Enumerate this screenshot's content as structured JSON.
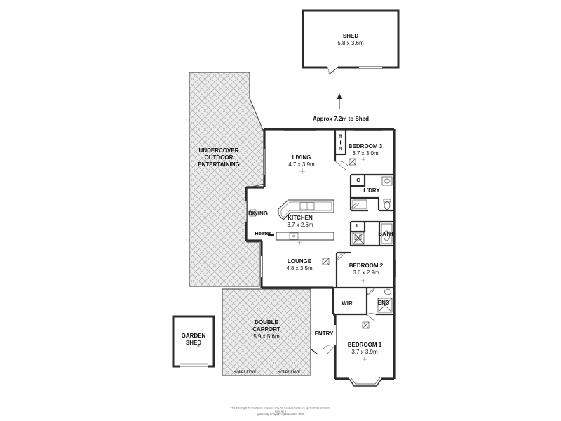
{
  "shed": {
    "name": "SHED",
    "dims": "5.8 x 3.6m"
  },
  "shed_distance": "Approx 7.2m to Shed",
  "rooms": {
    "undercover": {
      "line1": "UNDERCOVER",
      "line2": "OUTDOOR",
      "line3": "ENTERTAINING"
    },
    "living": {
      "name": "LIVING",
      "dims": "4.7 x 3.9m"
    },
    "bedroom3": {
      "name": "BEDROOM 3",
      "dims": "3.7 x 3.0m"
    },
    "bir": {
      "b": "B",
      "i": "I",
      "r": "R"
    },
    "laundry": {
      "name": "L'DRY"
    },
    "cupboard": {
      "name": "C"
    },
    "dining": {
      "name": "DINING"
    },
    "kitchen": {
      "name": "KITCHEN",
      "dims": "3.7 x 2.6m"
    },
    "heater": {
      "name": "Heater"
    },
    "linen": {
      "name": "L"
    },
    "bath": {
      "name": "BATH"
    },
    "lounge": {
      "name": "LOUNGE",
      "dims": "4.8 x 3.5m"
    },
    "bedroom2": {
      "name": "BEDROOM 2",
      "dims": "3.6 x 2.9m"
    },
    "wir": {
      "name": "WIR"
    },
    "ens": {
      "name": "ENS"
    },
    "carport": {
      "line1": "DOUBLE",
      "line2": "CARPORT",
      "dims": "5.9 x 5.6m"
    },
    "entry": {
      "name": "ENTRY"
    },
    "bedroom1": {
      "name": "BEDROOM 1",
      "dims": "3.7 x 3.9m"
    },
    "garden_shed": {
      "line1": "GARDEN",
      "line2": "SHED"
    }
  },
  "roller_doors": [
    "Roller Door",
    "Roller Door"
  ],
  "footer": {
    "line1": "This drawing is for illustration purposes only. All measurements are approximate and to be used as a",
    "line2": "guide only. Copyright rightsawarded 2020"
  },
  "colors": {
    "wall": "#2b2b2b",
    "hatch": "#9a9a9a",
    "hatch_bg": "#ededed",
    "fixture": "#555555"
  }
}
